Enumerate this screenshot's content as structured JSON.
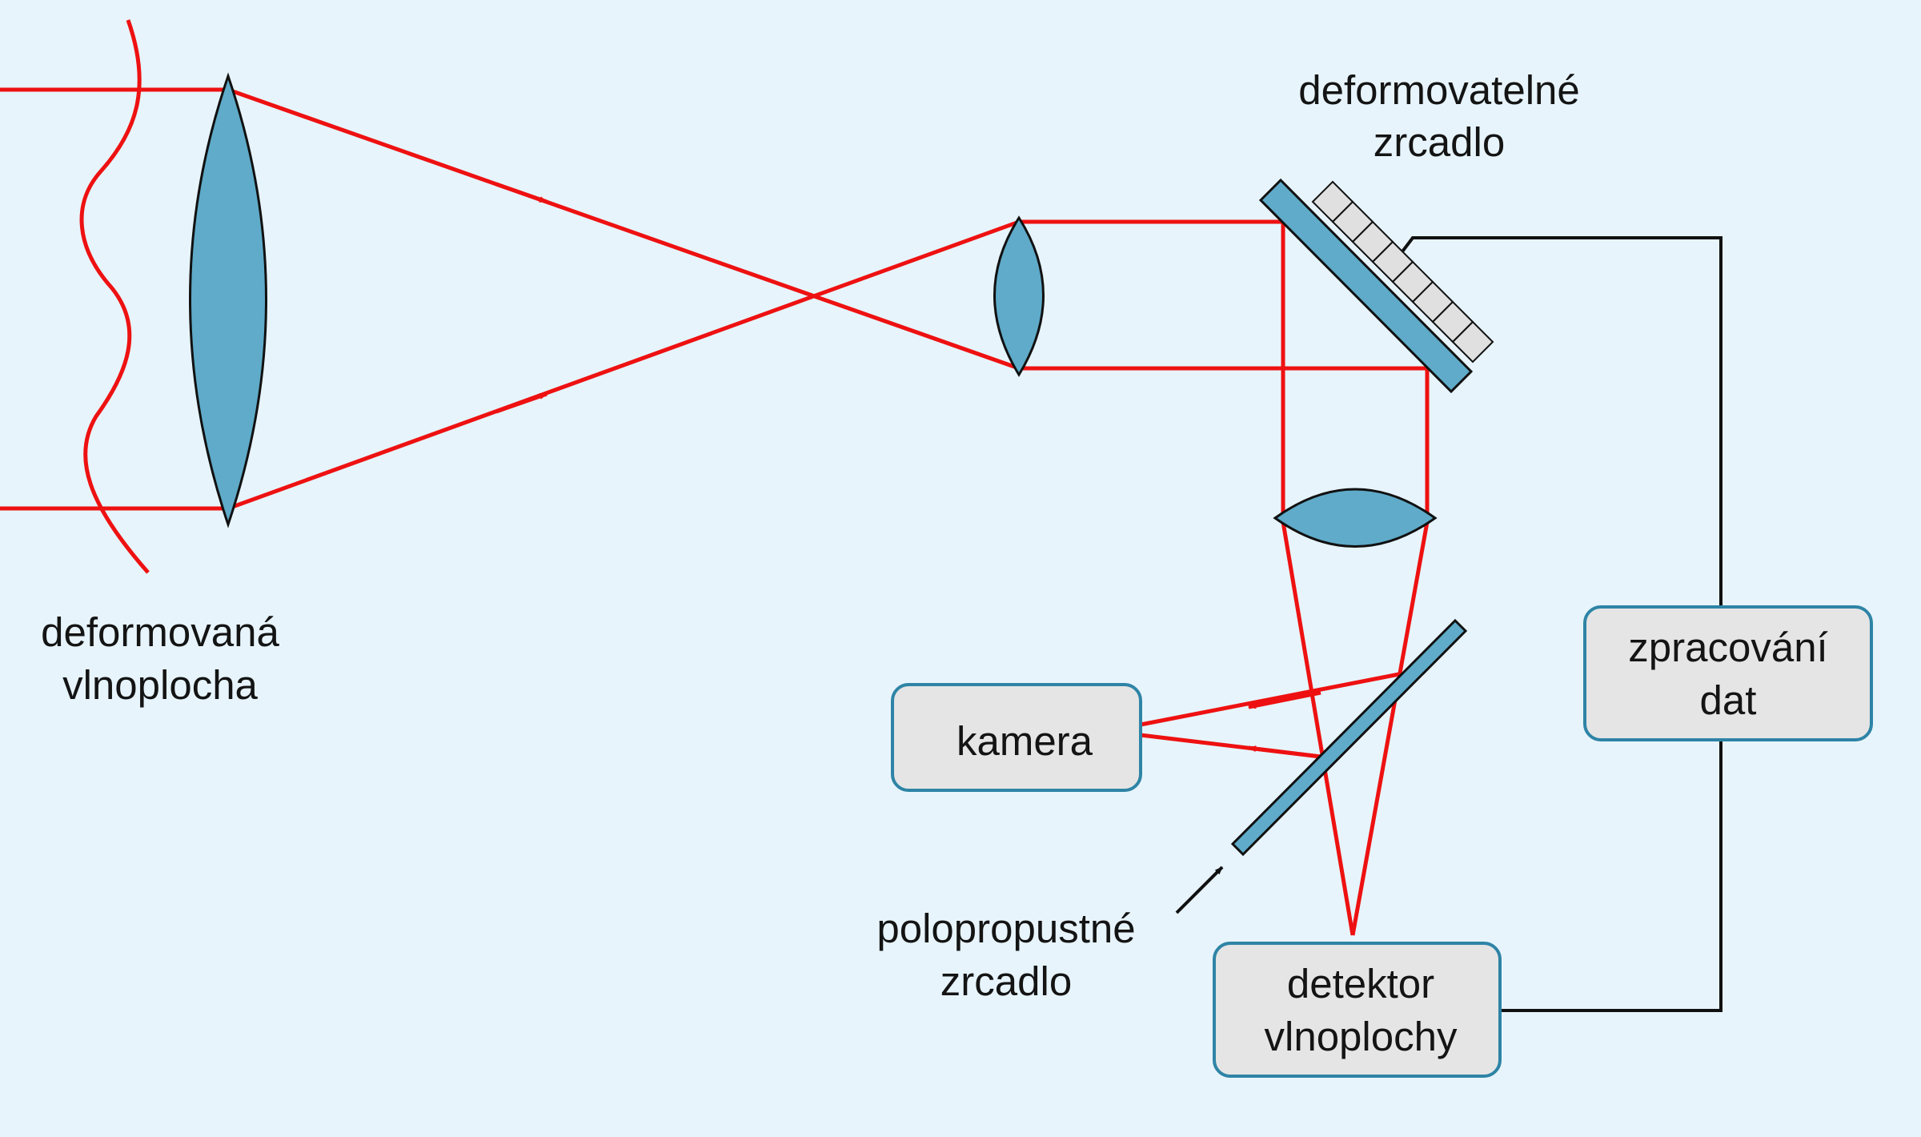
{
  "labels": {
    "deformed_wavefront": [
      "deformovaná",
      "vlnoplocha"
    ],
    "deformable_mirror": [
      "deformovatelné",
      "zrcadlo"
    ],
    "beam_splitter": [
      "polopropustné",
      "zrcadlo"
    ]
  },
  "boxes": {
    "camera": [
      "kamera"
    ],
    "data_processing": [
      "zpracování",
      "dat"
    ],
    "wavefront_detector": [
      "detektor",
      "vlnoplochy"
    ]
  },
  "colors": {
    "background": "#e7f4fc",
    "beam": "#ee1111",
    "optic_fill": "#5fabc9",
    "box_fill": "#e5e5e5",
    "box_stroke": "#2e84a6",
    "wire": "#111111",
    "actuator_fill": "#e0e0e0"
  }
}
